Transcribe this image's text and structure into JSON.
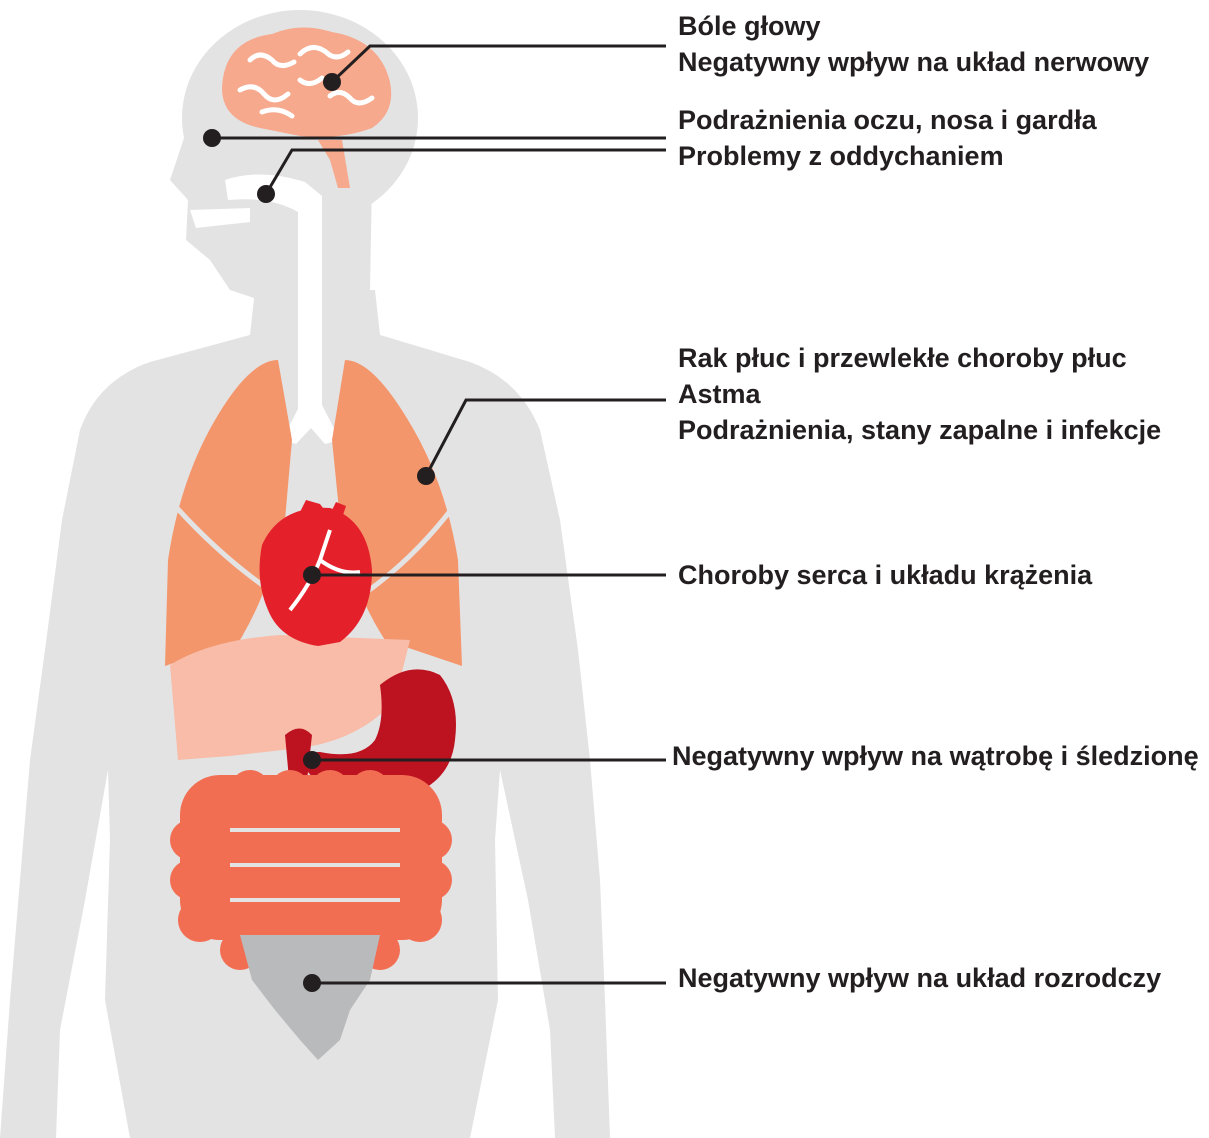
{
  "labels": {
    "head": [
      "Bóle głowy",
      "Negatywny wpływ na układ nerwowy"
    ],
    "eyes": [
      "Podrażnienia oczu, nosa i gardła"
    ],
    "throat": [
      "Problemy z oddychaniem"
    ],
    "lungs": [
      "Rak płuc i przewlekłe choroby płuc",
      "Astma",
      "Podrażnienia, stany zapalne i infekcje"
    ],
    "heart": [
      "Choroby serca i układu krążenia"
    ],
    "liver": [
      "Negatywny wpływ na wątrobę i śledzionę"
    ],
    "reproductive": [
      "Negatywny wpływ na układ rozrodczy"
    ]
  },
  "colors": {
    "body": "#e3e3e4",
    "brain": "#f6a98c",
    "lungs": "#f4966c",
    "heart": "#e4212b",
    "liver": "#f8bca8",
    "stomach": "#bd1220",
    "intestines": "#f26e52",
    "reproductive": "#b9babc",
    "line": "#231f20"
  }
}
